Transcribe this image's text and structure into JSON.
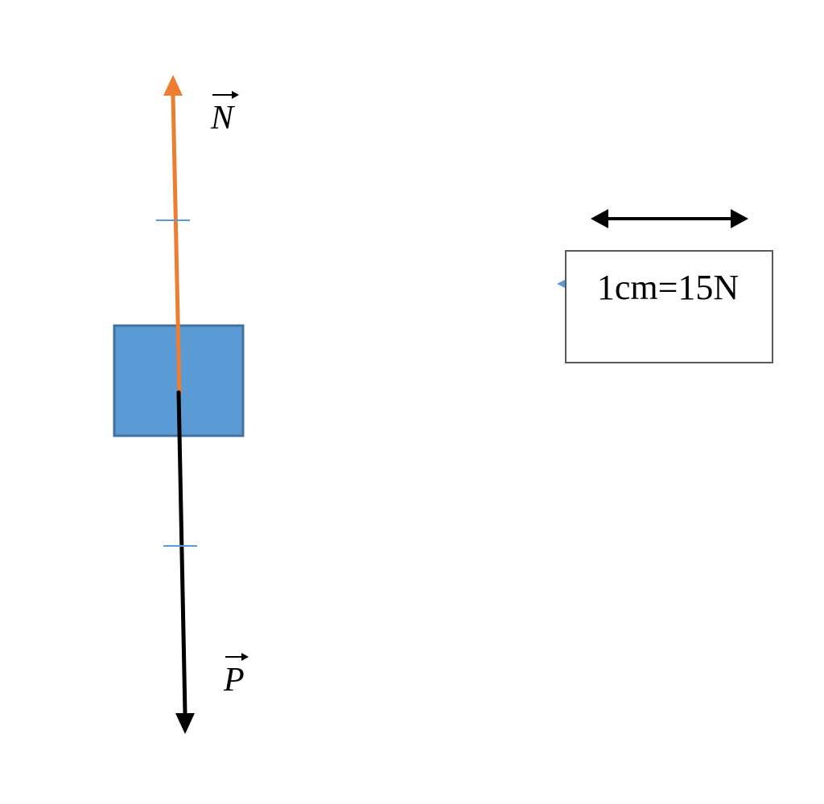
{
  "forces": [
    {
      "id": "normal",
      "symbol": "N",
      "direction": "up",
      "color": "#ED7D31"
    },
    {
      "id": "weight",
      "symbol": "P",
      "direction": "down",
      "color": "#000000"
    }
  ],
  "block": {
    "fill": "#5B9BD5",
    "stroke": "#41719C"
  },
  "tick_color": "#5B9BD5",
  "scale": {
    "text": "1cm=15N",
    "arrow_color": "#000000"
  }
}
